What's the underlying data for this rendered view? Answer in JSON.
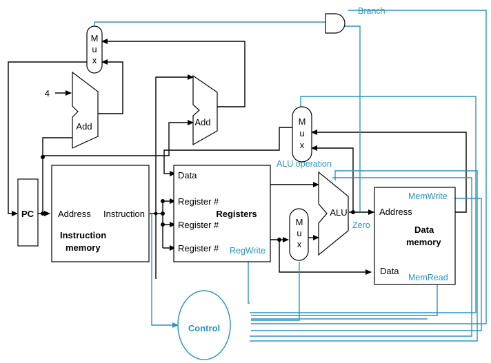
{
  "labels": {
    "pc": "PC",
    "const_four": "4",
    "add": "Add",
    "mux_letters": [
      "M",
      "u",
      "x"
    ],
    "branch": "Branch",
    "alu_operation": "ALU operation",
    "zero": "Zero",
    "alu": "ALU",
    "control": "Control",
    "instruction_memory": {
      "address": "Address",
      "instruction": "Instruction",
      "title_line1": "Instruction",
      "title_line2": "memory"
    },
    "registers": {
      "data": "Data",
      "register_port": "Register #",
      "title": "Registers",
      "regwrite": "RegWrite"
    },
    "data_memory": {
      "memwrite": "MemWrite",
      "address": "Address",
      "title_line1": "Data",
      "title_line2": "memory",
      "data": "Data",
      "memread": "MemRead"
    }
  },
  "colors": {
    "control_lines": "#2a94c4",
    "datapath": "#000000"
  }
}
